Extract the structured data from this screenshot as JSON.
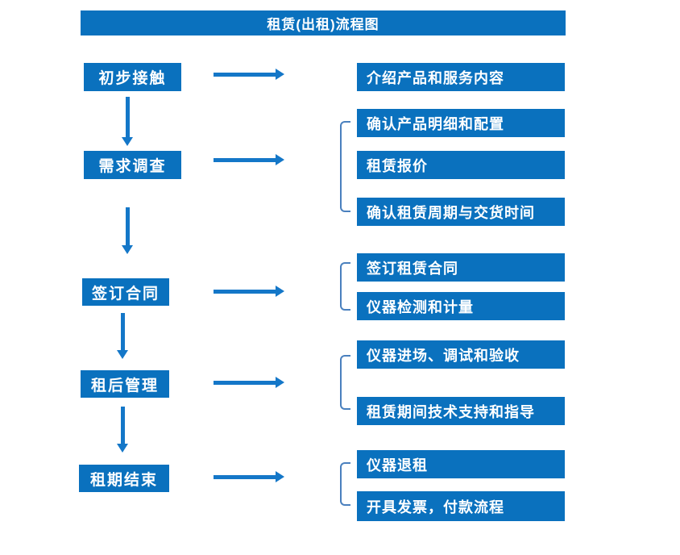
{
  "title": "租赁(出租)流程图",
  "colors": {
    "box_blue": "#0a71be",
    "arrow_blue": "#1477c8",
    "bracket_blue": "#4a80be",
    "text_white": "#ffffff"
  },
  "left_steps": [
    {
      "label": "初步接触"
    },
    {
      "label": "需求调查"
    },
    {
      "label": "签订合同"
    },
    {
      "label": "租后管理"
    },
    {
      "label": "租期结束"
    }
  ],
  "right_steps": [
    {
      "label": "介绍产品和服务内容"
    },
    {
      "label": "确认产品明细和配置"
    },
    {
      "label": "租赁报价"
    },
    {
      "label": "确认租赁周期与交货时间"
    },
    {
      "label": "签订租赁合同"
    },
    {
      "label": "仪器检测和计量"
    },
    {
      "label": "仪器进场、调试和验收"
    },
    {
      "label": "租赁期间技术支持和指导"
    },
    {
      "label": "仪器退租"
    },
    {
      "label": "开具发票，付款流程"
    }
  ]
}
